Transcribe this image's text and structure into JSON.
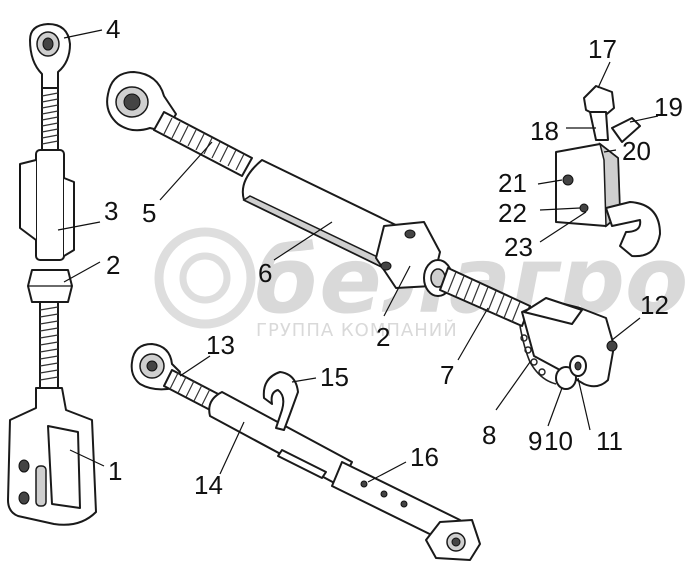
{
  "watermark": {
    "brand": "белагро",
    "tagline": "ГРУППА КОМПАНИЙ"
  },
  "labels": {
    "l1": "1",
    "l2a": "2",
    "l2b": "2",
    "l3": "3",
    "l4": "4",
    "l5": "5",
    "l6": "6",
    "l7": "7",
    "l8": "8",
    "l9": "9",
    "l10": "10",
    "l11": "11",
    "l12": "12",
    "l13": "13",
    "l14": "14",
    "l15": "15",
    "l16": "16",
    "l17": "17",
    "l18": "18",
    "l19": "19",
    "l20": "20",
    "l21": "21",
    "l22": "22",
    "l23": "23"
  }
}
